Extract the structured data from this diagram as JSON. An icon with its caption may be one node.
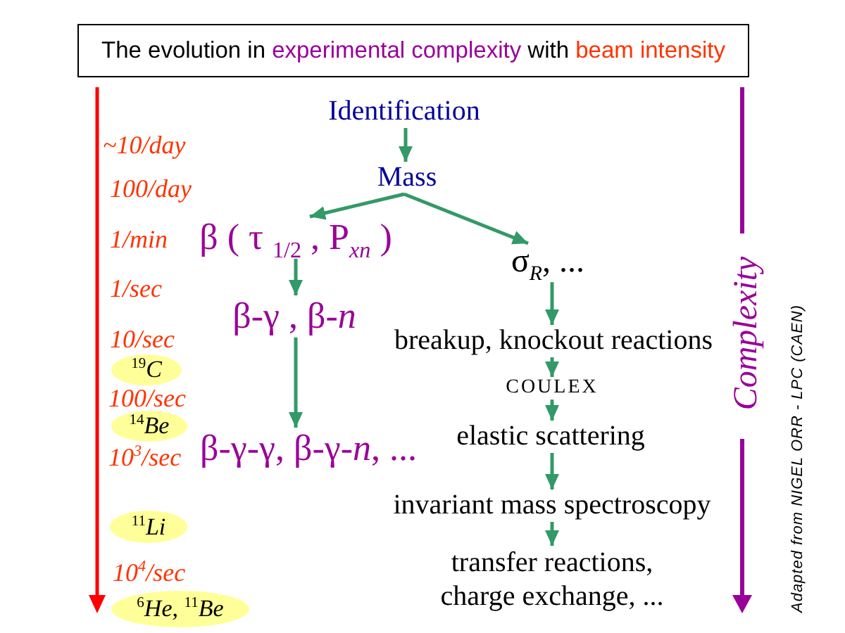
{
  "diagram": {
    "title": "The evolution in **experimental complexity** with **beam intensity**",
    "nodes": [
      {
        "text": [
          "Identification"
        ]
      },
      {
        "text": [
          "Mass"
        ]
      },
      {
        "text": [
          "β ( τ $_{1/2}$ , P$_{xn}$ )"
        ]
      },
      {
        "text": [
          "σ$_{R}$, ..."
        ]
      },
      {
        "text": [
          "β-γ , β-*n*"
        ]
      },
      {
        "text": [
          "β-γ-γ, β-γ-*n*, ..."
        ]
      },
      {
        "text": [
          "breakup, knockout reactions"
        ]
      },
      {
        "text": [
          "COULEX"
        ]
      },
      {
        "text": [
          "elastic scattering"
        ]
      },
      {
        "text": [
          "invariant mass spectroscopy"
        ]
      },
      {
        "text": [
          "transfer reactions, charge exchange, ..."
        ]
      },
      {
        "text": [
          "$^{19}$*C*"
        ]
      },
      {
        "text": [
          "$^{14}$*Be*"
        ]
      },
      {
        "text": [
          "$^{11}$*Li*"
        ]
      },
      {
        "text": [
          "$^{6}$*He*, $^{11}$*Be*"
        ]
      }
    ],
    "edges": [
      {
        "from": 0,
        "to": 1,
        "arrow": "to"
      },
      {
        "from": 1,
        "to": 2,
        "arrow": "to"
      },
      {
        "from": 1,
        "to": 3,
        "arrow": "to"
      },
      {
        "from": 2,
        "to": 4,
        "arrow": "to"
      },
      {
        "from": 4,
        "to": 5,
        "arrow": "to"
      },
      {
        "from": 3,
        "to": 6,
        "arrow": "to"
      },
      {
        "from": 6,
        "to": 7,
        "arrow": "to"
      },
      {
        "from": 7,
        "to": 8,
        "arrow": "to"
      },
      {
        "from": 8,
        "to": 9,
        "arrow": "to"
      },
      {
        "from": 9,
        "to": 10,
        "arrow": "to"
      }
    ],
    "labels": [
      "~10/day",
      "100/day",
      "1/min",
      "1/sec",
      "10/sec",
      "100/sec",
      "10$^{3}$/sec",
      "10$^{4}$/sec",
      "Complexity",
      "Adapted from NIGEL ORR - LPC (CAEN)"
    ]
  }
}
